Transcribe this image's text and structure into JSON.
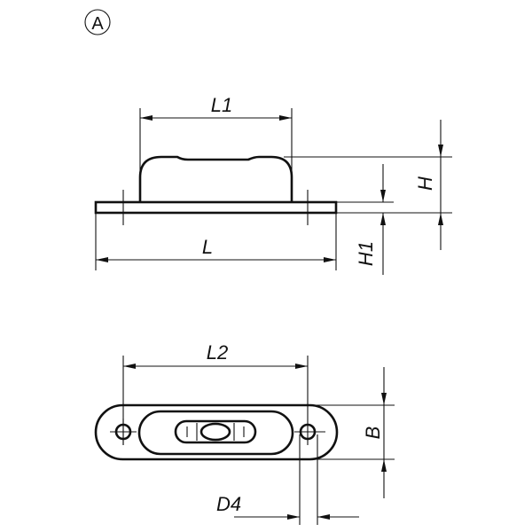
{
  "view_marker": "A",
  "dimensions": {
    "l1": "L1",
    "l": "L",
    "h": "H",
    "h1": "H1",
    "l2": "L2",
    "b": "B",
    "d4": "D4"
  },
  "colors": {
    "line": "#111111",
    "background": "#ffffff"
  }
}
